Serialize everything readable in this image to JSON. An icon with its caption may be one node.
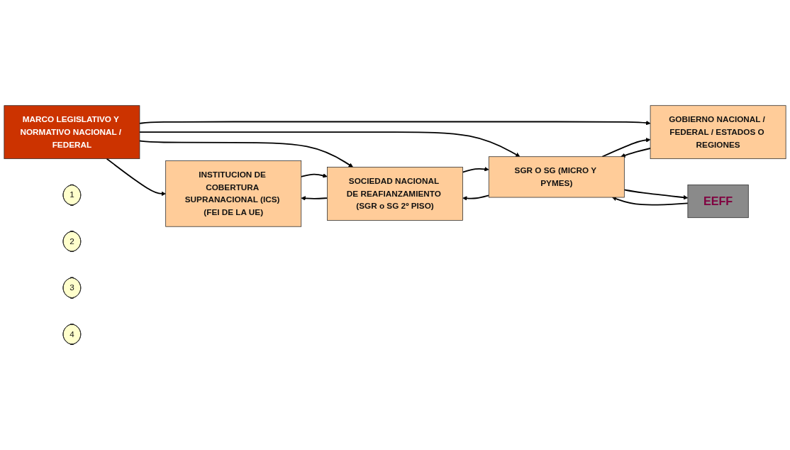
{
  "diagram": {
    "nodes": [
      {
        "text": [
          "MARCO LEGISLATIVO Y NORMATIVO NACIONAL / FEDERAL"
        ]
      },
      {
        "text": [
          "INSTITUCION DE COBERTURA SUPRANACIONAL (ICS) (FEI DE LA UE)"
        ]
      },
      {
        "text": [
          "SOCIEDAD NACIONAL DE REAFIANZAMIENTO (SGR o SG 2º PISO)"
        ]
      },
      {
        "text": [
          "SGR O SG (MICRO Y PYMES)"
        ]
      },
      {
        "text": [
          "GOBIERNO NACIONAL / FEDERAL / ESTADOS O REGIONES"
        ]
      },
      {
        "text": [
          "EEFF"
        ]
      },
      {
        "text": [
          "1"
        ]
      },
      {
        "text": [
          "2"
        ]
      },
      {
        "text": [
          "3"
        ]
      },
      {
        "text": [
          "4"
        ]
      }
    ],
    "edges": [
      {
        "from": 0,
        "to": 1,
        "arrow": "to"
      },
      {
        "from": 0,
        "to": 2,
        "arrow": "to"
      },
      {
        "from": 0,
        "to": 3,
        "arrow": "to"
      },
      {
        "from": 0,
        "to": 4,
        "arrow": "to"
      },
      {
        "from": 1,
        "to": 2,
        "arrow": "to"
      },
      {
        "from": 2,
        "to": 1,
        "arrow": "to"
      },
      {
        "from": 2,
        "to": 3,
        "arrow": "to"
      },
      {
        "from": 3,
        "to": 2,
        "arrow": "to"
      },
      {
        "from": 3,
        "to": 4,
        "arrow": "to"
      },
      {
        "from": 4,
        "to": 3,
        "arrow": "to"
      },
      {
        "from": 3,
        "to": 5,
        "arrow": "to"
      },
      {
        "from": 5,
        "to": 3,
        "arrow": "to"
      }
    ]
  }
}
